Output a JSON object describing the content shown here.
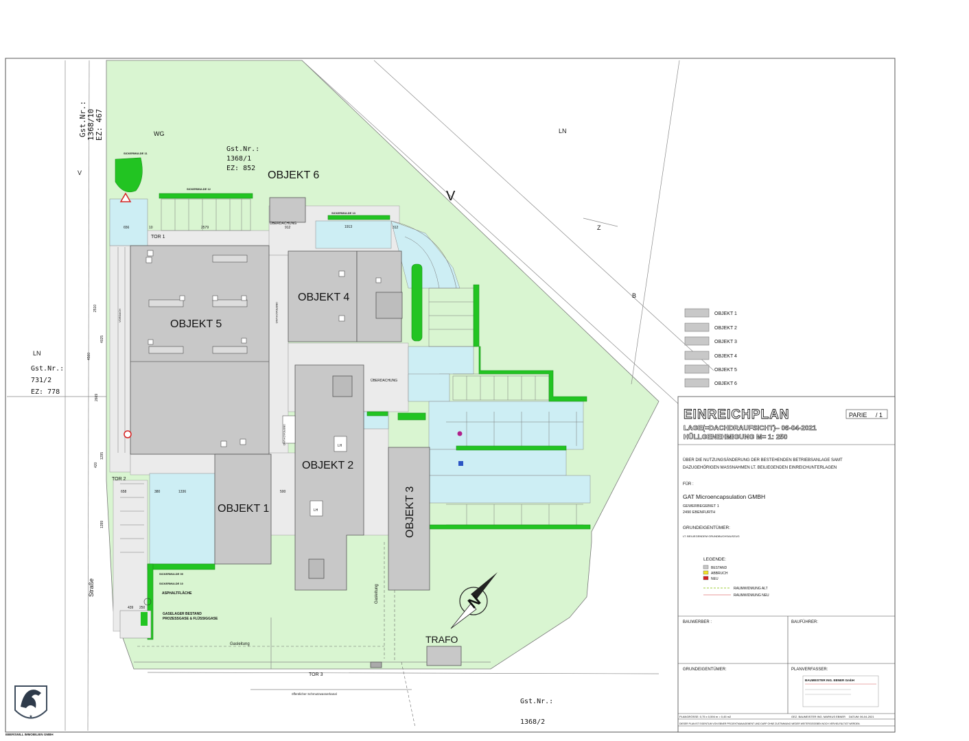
{
  "colors": {
    "site_green": "#d9f5d1",
    "drain_green": "#22c422",
    "building_grey": "#c8c8c8",
    "sealed_blue": "#cdeef4",
    "paving_grey": "#ebebeb",
    "legend_yellow": "#f0e12a",
    "legend_red": "#d62020"
  },
  "parcels": {
    "nw": {
      "line1": "Gst.Nr.:",
      "line2": "1368/10",
      "line3": "EZ:  467"
    },
    "center": {
      "line1": "Gst.Nr.:",
      "line2": "1368/1",
      "line3": "EZ:  852"
    },
    "west": {
      "line1": "Gst.Nr.:",
      "line2": "731/2",
      "line3": "EZ:  778"
    },
    "south": {
      "line1": "Gst.Nr.:",
      "line2": "1368/2"
    }
  },
  "zoning": {
    "wg": "WG",
    "ln_ne": "LN",
    "ln_w": "LN",
    "v_w": "V",
    "v_big": "V",
    "b": "B",
    "z": "Z"
  },
  "buildings": {
    "obj1": "OBJEKT 1",
    "obj2": "OBJEKT 2",
    "obj3": "OBJEKT 3",
    "obj4": "OBJEKT 4",
    "obj5": "OBJEKT 5",
    "obj6": "OBJEKT 6",
    "trafo": "TRAFO",
    "lh": "LH"
  },
  "site_labels": {
    "tor1": "TOR 1",
    "tor2": "TOR 2",
    "tor3": "TOR 3",
    "ueberdachung": "ÜBERDACHUNG",
    "strasse": "Straße",
    "gasleitung_h": "Gasleitung",
    "gasleitung_v": "Gasleitung",
    "kanal": "öffentlicher Schmutzwasserkanal",
    "asphalt": "ASPHALTFLÄCHE",
    "gaslager1": "GASELAGER BESTAND",
    "gaslager2": "PROZESSGASE & FLÜSSIGGASE",
    "vordach": "VORDACH"
  },
  "drains": {
    "s11": "SICKERMULDE 11",
    "s12": "SICKERMULDE 12",
    "s13": "SICKERMULDE 13",
    "s09": "SICKERMULDE 09",
    "s10": "SICKERMULDE 10"
  },
  "dims": {
    "d2579": "2579",
    "d1913": "1913",
    "d912": "912",
    "d312": "312",
    "d656": "656",
    "d1336": "1336",
    "d380": "380",
    "d658": "658",
    "d500": "500",
    "d2510": "2510",
    "d4025": "4025",
    "d4560": "4560",
    "d2669": "2669",
    "d1295": "1295",
    "d420": "420",
    "d1399": "1399",
    "d439": "439",
    "d250": "250",
    "d10": "10"
  },
  "legend_objects": [
    "OBJEKT 1",
    "OBJEKT 2",
    "OBJEKT 3",
    "OBJEKT 4",
    "OBJEKT 5",
    "OBJEKT 6"
  ],
  "title_block": {
    "title": "EINREICHPLAN",
    "parie": "PARIE",
    "parie_num": "/ 1",
    "subtitle": "LAGE(=DACHDRAUFSICHT)– 06-04-2021",
    "scale": "HÜLLGENEHMIGUNG M= 1: 250",
    "desc1": "ÜBER DIE NUTZUNGSÄNDERUNG DER BESTEHENDEN BETRIEBSANLAGE SAMT",
    "desc2": "DAZUGEHÖRIGEN MASSNAHMEN LT. BEILIEGENDEN EINREICHUNTERLAGEN",
    "fuer": "FÜR :",
    "company": "GAT Microencapsulation GMBH",
    "addr1": "GEWERBEGEBIET 1",
    "addr2": "2490 EBENFURTH",
    "grund_label": "GRUNDEIGENTÜMER:",
    "grund_value": "LT. BEILIEGENDEM GRUNDBUCHSAUSZUG",
    "legende": "LEGENDE:",
    "bestand": "BESTAND",
    "abbruch": "ABBRUCH",
    "neu": "NEU",
    "raum_alt": "RAUMWIDMUNG ALT",
    "raum_neu": "RAUMWIDMUNG NEU",
    "bauwerber": "BAUWERBER :",
    "baufuehrer": "BAUFÜHRER:",
    "grund2": "GRUNDEIGENTÜMER:",
    "planverfasser": "PLANVERFASSER:",
    "stamp": "BAUMEISTER ING. EBNER GmbH",
    "plangroesse": "PLANGRÖSSE:  0,75 x 0,594 m = 0,45 m2",
    "gez": "GEZ.  BAUMEISTER ING. MARKUS EBNER",
    "datum": "DATUM: 06-04-2021",
    "footer": "DIESER PLAN IST EIGENTUM VON EBNER PROJEKTMANAGEMENT UND DARF OHNE ZUSTIMMUNG WEDER WEITERGEGEBEN NOCH VERVIELFÄLTIGT WERDEN."
  },
  "watermark": "EBERSWILL IMMOBILIEN GMBH"
}
